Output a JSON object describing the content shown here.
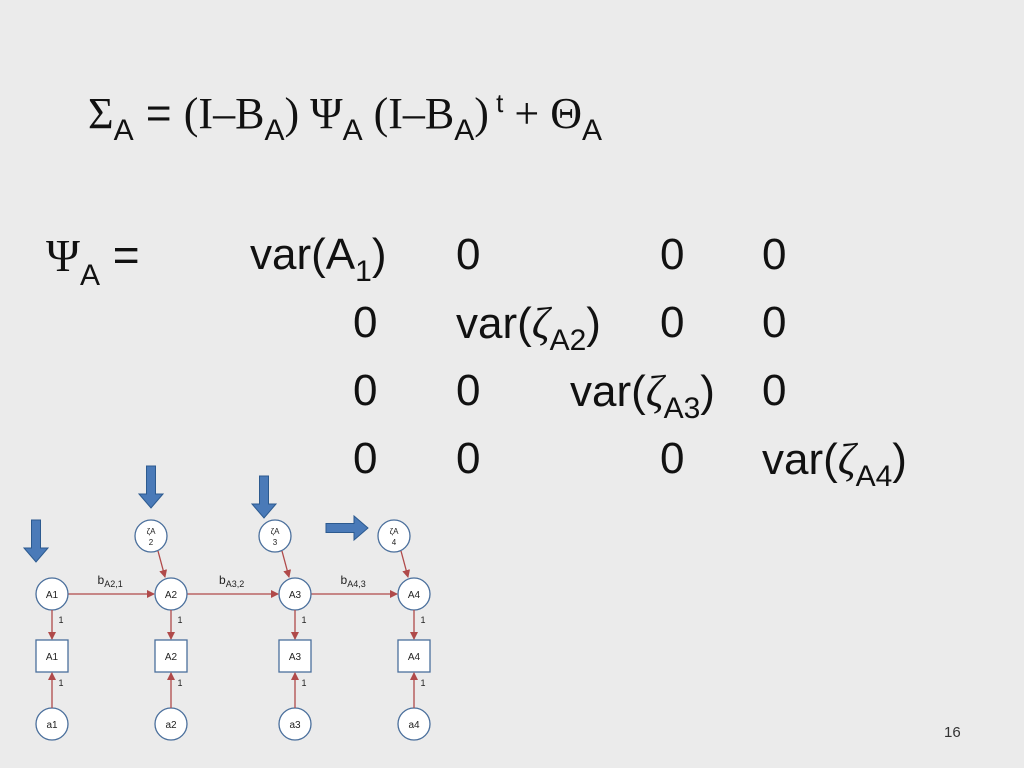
{
  "equation_top": {
    "sigma": "Σ",
    "sub_a": "A",
    "eq": " = ",
    "open1": "(I–B",
    "close1": ")",
    "psi": " Ψ",
    "open2": " (I–B",
    "close2": ")",
    "t": " t",
    "plus_theta": " + Θ"
  },
  "psi_label": {
    "symbol": "Ψ",
    "sub": "A",
    "eq": " ="
  },
  "matrix": {
    "r1": {
      "c1_pre": "var(A",
      "c1_sub": "1",
      "c1_post": ")",
      "c2": "0",
      "c3": "0",
      "c4": "0"
    },
    "r2": {
      "c1": "0",
      "c2_pre": "var(",
      "c2_zeta": "ζ",
      "c2_sub": "A2",
      "c2_post": ")",
      "c3": "0",
      "c4": "0"
    },
    "r3": {
      "c1": "0",
      "c2": "0",
      "c3_pre": "var(",
      "c3_zeta": "ζ",
      "c3_sub": "A3",
      "c3_post": ")",
      "c4": "0"
    },
    "r4": {
      "c1": "0",
      "c2": "0",
      "c3": "0",
      "c4_pre": "var(",
      "c4_zeta": "ζ",
      "c4_sub": "A4",
      "c4_post": ")"
    }
  },
  "diagram": {
    "latent": [
      "A1",
      "A2",
      "A3",
      "A4"
    ],
    "observed": [
      "A1",
      "A2",
      "A3",
      "A4"
    ],
    "errors": [
      "a1",
      "a2",
      "a3",
      "a4"
    ],
    "disturbances": [
      {
        "top": "ζA",
        "bottom": "2"
      },
      {
        "top": "ζA",
        "bottom": "3"
      },
      {
        "top": "ζA",
        "bottom": "4"
      }
    ],
    "paths": [
      {
        "b": "b",
        "sub": "A2,1"
      },
      {
        "b": "b",
        "sub": "A3,2"
      },
      {
        "b": "b",
        "sub": "A4,3"
      }
    ],
    "loading_label": "1",
    "arrow_color": "#b04a4a",
    "highlight_arrow_color": "#4a7ab8"
  },
  "page_number": "16"
}
